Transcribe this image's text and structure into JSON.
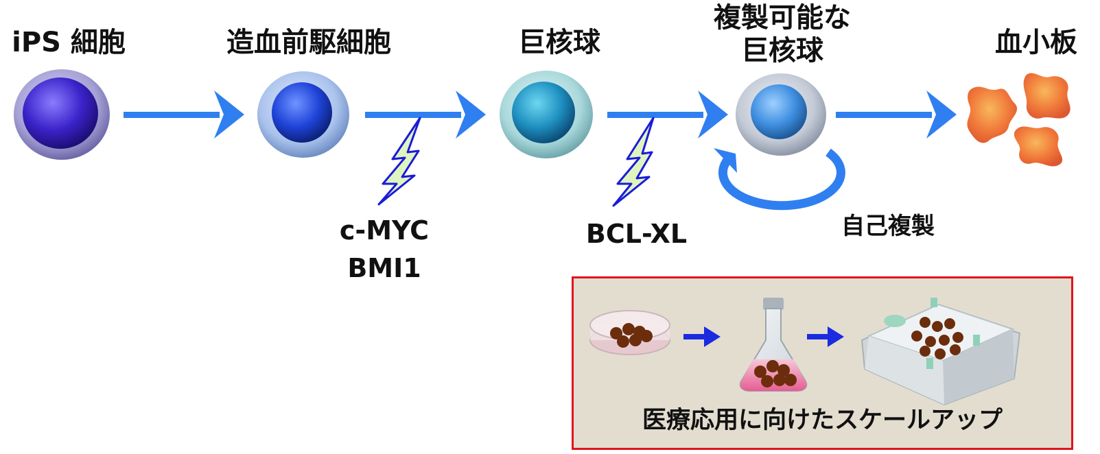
{
  "stages": [
    {
      "id": "ips",
      "label": "iPS 細胞"
    },
    {
      "id": "progenitor",
      "label": "造血前駆細胞"
    },
    {
      "id": "megakaryocyte",
      "label": "巨核球"
    },
    {
      "id": "self-renewing",
      "label_lines": [
        "複製可能な",
        "巨核球"
      ]
    },
    {
      "id": "platelet",
      "label": "血小板"
    }
  ],
  "factors": {
    "first": [
      "c-MYC",
      "BMI1"
    ],
    "second": "BCL-XL"
  },
  "self_renewal_label": "自己複製",
  "scale_up": {
    "caption": "医療応用に向けたスケールアップ"
  },
  "colors": {
    "arrow": "#2f7ff0",
    "bolt_fill": "#dff5bf",
    "bolt_stroke": "#1b1bd8",
    "box_border": "#e0141e",
    "box_bg": "#e3ddd0",
    "platelet": "#f06a2a"
  }
}
